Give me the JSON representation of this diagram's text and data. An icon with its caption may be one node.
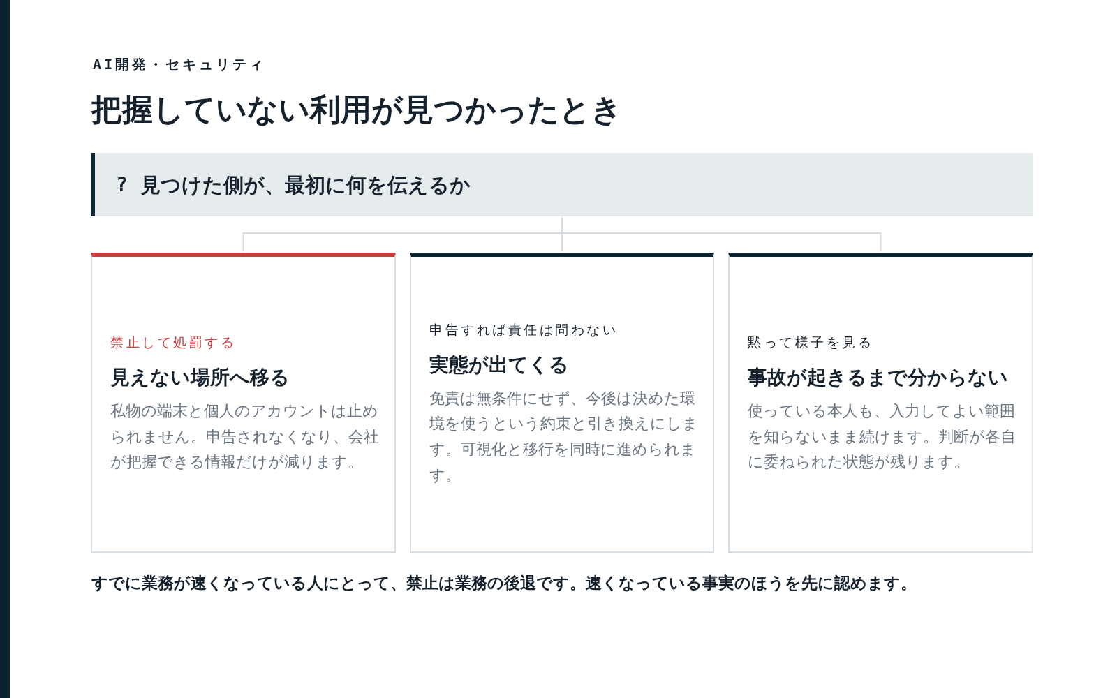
{
  "diagram": {
    "title": "把握していない利用が見つかったとき",
    "nodes": [
      {
        "text": [
          "?",
          "見つけた側が、最初に何を伝えるか"
        ]
      },
      {
        "text": [
          "禁止して処罰する",
          "見えない場所へ移る",
          "私物の端末と個人のアカウントは止められません。申告されなくなり、会社が把握できる情報だけが減ります。"
        ]
      },
      {
        "text": [
          "申告すれば責任は問わない",
          "実態が出てくる",
          "免責は無条件にせず、今後は決めた環境を使うという約束と引き換えにします。可視化と移行を同時に進められます。"
        ]
      },
      {
        "text": [
          "黙って様子を見る",
          "事故が起きるまで分からない",
          "使っている本人も、入力してよい範囲を知らないまま続けます。判断が各自に委ねられた状態が残ります。"
        ]
      }
    ],
    "edges": [
      {
        "from": 0,
        "to": 1,
        "arrow": "none"
      },
      {
        "from": 0,
        "to": 2,
        "arrow": "none"
      },
      {
        "from": 0,
        "to": 3,
        "arrow": "none"
      }
    ],
    "labels": [
      "AI開発・セキュリティ",
      "すでに業務が速くなっている人にとって、禁止は業務の後退です。速くなっている事実のほうを先に認めます。"
    ]
  }
}
